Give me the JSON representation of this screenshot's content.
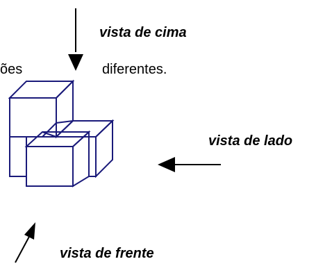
{
  "text_fragment_left": "ões",
  "text_fragment_right": "diferentes.",
  "views": {
    "top": "vista de cima",
    "side": "vista de lado",
    "front": "vista de frente"
  },
  "colors": {
    "cube_stroke": "#1a1a7a",
    "arrow": "#000000",
    "text": "#000000"
  }
}
